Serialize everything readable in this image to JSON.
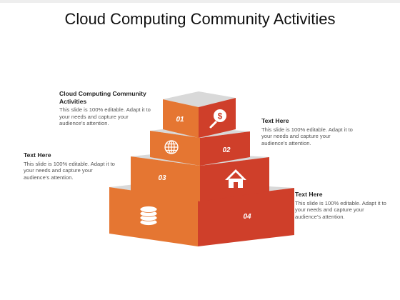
{
  "title": "Cloud Computing Community Activities",
  "text_blocks": [
    {
      "heading": "Cloud Computing Community Activities",
      "body": "This slide is 100% editable. Adapt it to your needs and capture your audience’s attention."
    },
    {
      "heading": "Text Here",
      "body": "This slide is 100% editable. Adapt it to your needs and capture your audience’s attention."
    },
    {
      "heading": "Text Here",
      "body": "This slide is 100% editable. Adapt it to your needs and capture your audience’s attention."
    },
    {
      "heading": "Text Here",
      "body": "This slide is 100% editable. Adapt it to your needs and capture your audience’s attention."
    }
  ],
  "pyramid": {
    "tiers": [
      {
        "number": "01",
        "icon": "dollar-magnifier-icon"
      },
      {
        "number": "02",
        "icon": "globe-icon"
      },
      {
        "number": "03",
        "icon": "house-icon"
      },
      {
        "number": "04",
        "icon": "coin-stack-icon"
      }
    ],
    "colors": {
      "front": "#e57632",
      "side": "#cf3f2a",
      "top": "#d9d9d9",
      "top_dark": "#c8c8c8"
    }
  }
}
